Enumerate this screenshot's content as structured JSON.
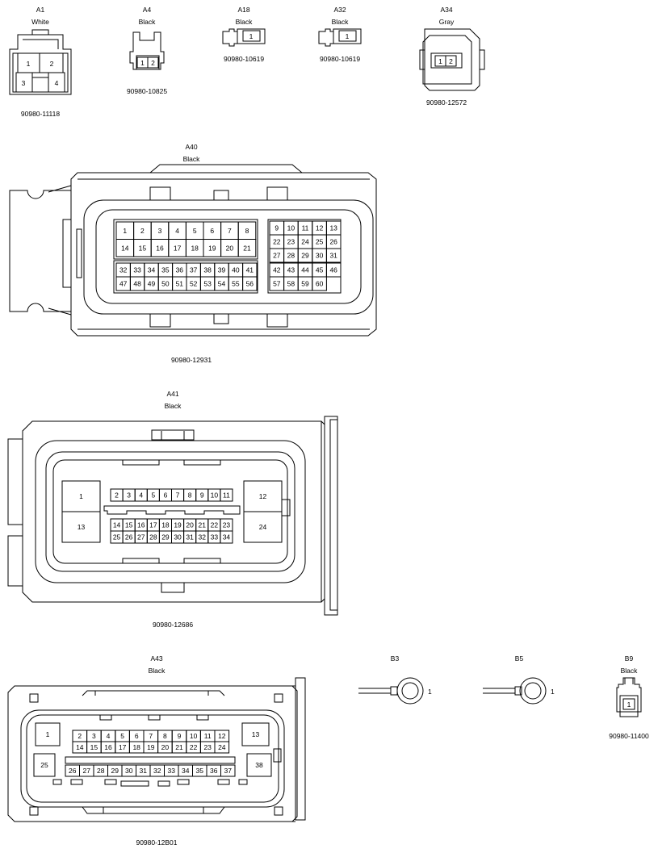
{
  "connectors": [
    {
      "id": "A1",
      "code": "A1",
      "color": "White",
      "part_number": "90980-11118",
      "pins": [
        "1",
        "2",
        "3",
        "4"
      ]
    },
    {
      "id": "A4",
      "code": "A4",
      "color": "Black",
      "part_number": "90980-10825",
      "pins": [
        "1",
        "2"
      ]
    },
    {
      "id": "A18",
      "code": "A18",
      "color": "Black",
      "part_number": "90980-10619",
      "pins": [
        "1"
      ]
    },
    {
      "id": "A32",
      "code": "A32",
      "color": "Black",
      "part_number": "90980-10619",
      "pins": [
        "1"
      ]
    },
    {
      "id": "A34",
      "code": "A34",
      "color": "Gray",
      "part_number": "90980-12572",
      "pins": [
        "1",
        "2"
      ]
    },
    {
      "id": "A40",
      "code": "A40",
      "color": "Black",
      "part_number": "90980-12931",
      "pins": [
        "1",
        "2",
        "3",
        "4",
        "5",
        "6",
        "7",
        "8",
        "9",
        "10",
        "11",
        "12",
        "13",
        "14",
        "15",
        "16",
        "17",
        "18",
        "19",
        "20",
        "21",
        "22",
        "23",
        "24",
        "25",
        "26",
        "27",
        "28",
        "29",
        "30",
        "31",
        "32",
        "33",
        "34",
        "35",
        "36",
        "37",
        "38",
        "39",
        "40",
        "41",
        "42",
        "43",
        "44",
        "45",
        "46",
        "47",
        "48",
        "49",
        "50",
        "51",
        "52",
        "53",
        "54",
        "55",
        "56",
        "57",
        "58",
        "59",
        "60"
      ]
    },
    {
      "id": "A41",
      "code": "A41",
      "color": "Black",
      "part_number": "90980-12686",
      "pins": [
        "1",
        "2",
        "3",
        "4",
        "5",
        "6",
        "7",
        "8",
        "9",
        "10",
        "11",
        "12",
        "13",
        "14",
        "15",
        "16",
        "17",
        "18",
        "19",
        "20",
        "21",
        "22",
        "23",
        "24",
        "25",
        "26",
        "27",
        "28",
        "29",
        "30",
        "31",
        "32",
        "33",
        "34"
      ]
    },
    {
      "id": "A43",
      "code": "A43",
      "color": "Black",
      "part_number": "90980-12B01",
      "pins": [
        "1",
        "2",
        "3",
        "4",
        "5",
        "6",
        "7",
        "8",
        "9",
        "10",
        "11",
        "12",
        "13",
        "14",
        "15",
        "16",
        "17",
        "18",
        "19",
        "20",
        "21",
        "22",
        "23",
        "24",
        "25",
        "26",
        "27",
        "28",
        "29",
        "30",
        "31",
        "32",
        "33",
        "34",
        "35",
        "36",
        "37",
        "38"
      ]
    },
    {
      "id": "B3",
      "code": "B3",
      "color": "",
      "part_number": "",
      "pins": [
        "1"
      ]
    },
    {
      "id": "B5",
      "code": "B5",
      "color": "",
      "part_number": "",
      "pins": [
        "1"
      ]
    },
    {
      "id": "B9",
      "code": "B9",
      "color": "Black",
      "part_number": "90980-11400",
      "pins": [
        "1"
      ]
    }
  ]
}
